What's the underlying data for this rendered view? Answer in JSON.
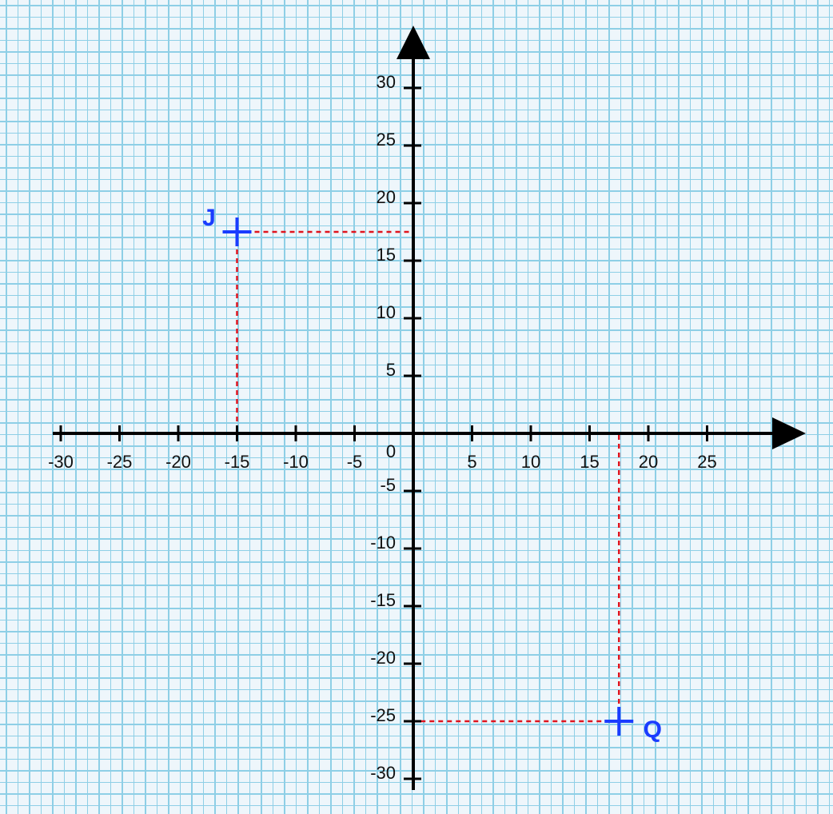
{
  "chart_data": {
    "type": "scatter",
    "title": "",
    "xlabel": "",
    "ylabel": "",
    "xlim": [
      -30,
      30
    ],
    "ylim": [
      -30,
      30
    ],
    "x_ticks": [
      -30,
      -25,
      -20,
      -15,
      -10,
      -5,
      5,
      10,
      15,
      20,
      25
    ],
    "y_ticks": [
      -30,
      -25,
      -20,
      -15,
      -10,
      -5,
      5,
      10,
      15,
      20,
      25,
      30
    ],
    "origin_label": "0",
    "grid": true,
    "points": [
      {
        "label": "J",
        "x": -15,
        "y": 17.5
      },
      {
        "label": "Q",
        "x": 17.5,
        "y": -25
      }
    ]
  },
  "colors": {
    "grid": "#8ecfe6",
    "axis": "#000000",
    "point": "#1a3cff",
    "guide": "#e0141e"
  }
}
